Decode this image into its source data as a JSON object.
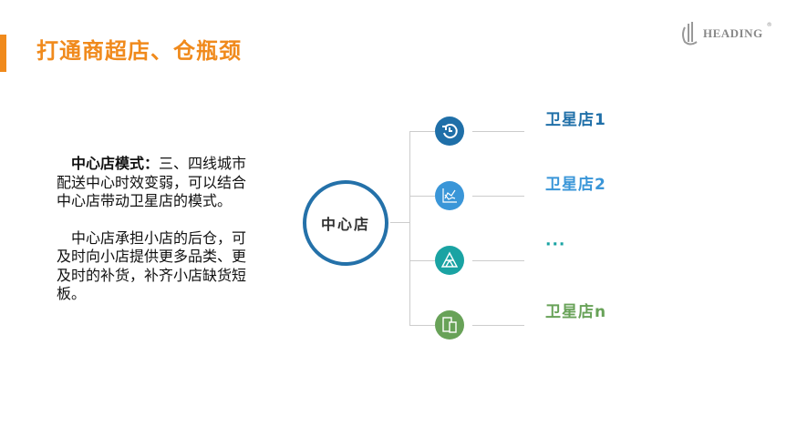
{
  "title": "打通商超店、仓瓶颈",
  "logo": {
    "text": "HEADING",
    "reg": "®"
  },
  "description": {
    "p1_bold": "中心店模式：",
    "p1_rest": "三、四线城市配送中心时效变弱，可以结合中心店带动卫星店的模式。",
    "p2": "中心店承担小店的后仓，可及时向小店提供更多品类、更及时的补货，补齐小店缺货短板。"
  },
  "hub": {
    "label": "中心店"
  },
  "branches": [
    {
      "label": "卫星店1",
      "icon": "history-icon",
      "color": "#1f6fa8"
    },
    {
      "label": "卫星店2",
      "icon": "line-chart-icon",
      "color": "#3a96d8"
    },
    {
      "label": "···",
      "icon": "triangle-icon",
      "color": "#1aa3a3"
    },
    {
      "label": "卫星店n",
      "icon": "devices-icon",
      "color": "#68a258"
    }
  ]
}
